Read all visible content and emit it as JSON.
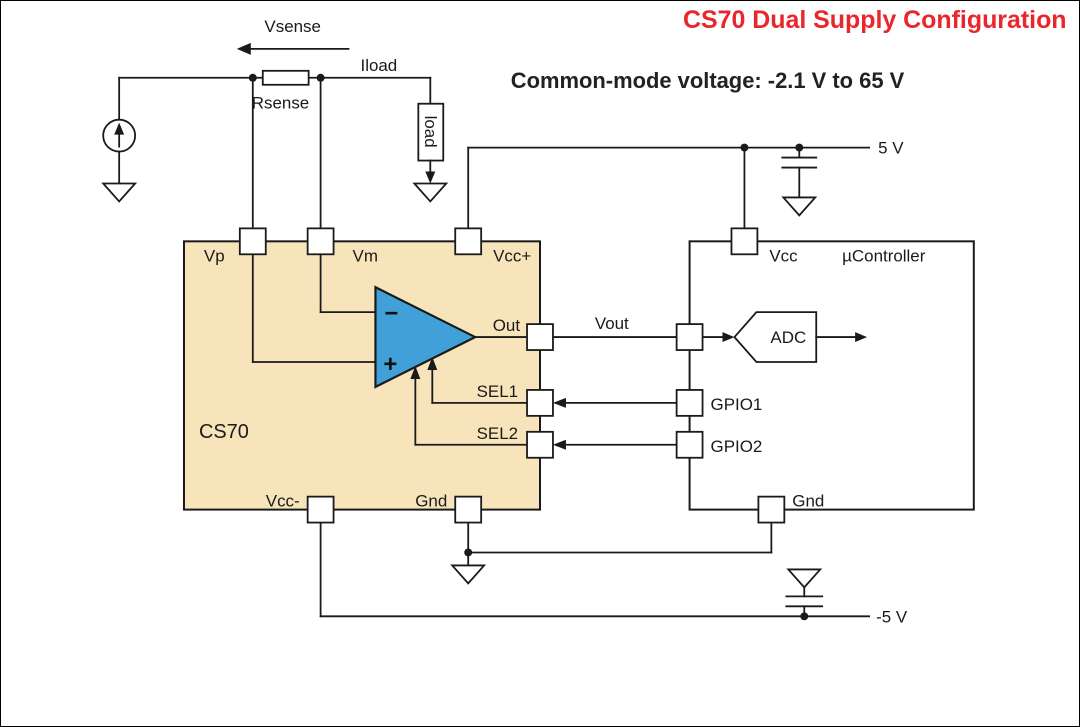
{
  "title": "CS70 Dual Supply Configuration",
  "subtitle": "Common-mode voltage: -2.1 V to 65 V",
  "colors": {
    "title": "#e9262b",
    "cs70_fill": "#f8e4ba",
    "opamp_fill": "#42a0d8",
    "ink": "#1a1a1a"
  },
  "annotations": {
    "vsense": "Vsense",
    "rsense": "Rsense",
    "iload": "Iload",
    "load": "load",
    "vout": "Vout",
    "rail_pos": "5 V",
    "rail_neg": "-5 V"
  },
  "cs70": {
    "label": "CS70",
    "pins": {
      "vp": "Vp",
      "vm": "Vm",
      "vcc_plus": "Vcc+",
      "out": "Out",
      "sel1": "SEL1",
      "sel2": "SEL2",
      "vcc_minus": "Vcc-",
      "gnd": "Gnd"
    },
    "opamp": {
      "minus": "−",
      "plus": "+"
    }
  },
  "mcu": {
    "label": "µController",
    "adc": "ADC",
    "pins": {
      "vcc": "Vcc",
      "gpio1": "GPIO1",
      "gpio2": "GPIO2",
      "gnd": "Gnd"
    }
  }
}
